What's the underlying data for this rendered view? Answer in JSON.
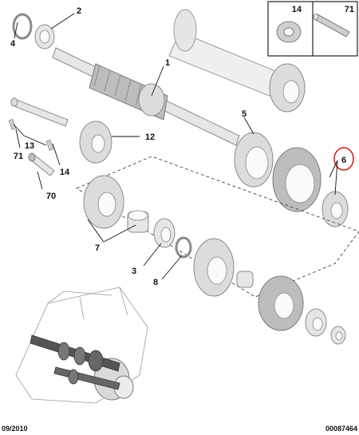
{
  "labels": {
    "p1": "1",
    "p2": "2",
    "p3": "3",
    "p4": "4",
    "p5": "5",
    "p6": "6",
    "p7": "7",
    "p8": "8",
    "p12": "12",
    "p13": "13",
    "p14": "14",
    "p70": "70",
    "p71": "71"
  },
  "inset": {
    "left_label": "14",
    "right_label": "71"
  },
  "footer": {
    "date": "09/2010",
    "ref": "00087464"
  },
  "colors": {
    "highlight": "#d0201a",
    "part_fill": "#dcdcdc",
    "part_stroke": "#8a8a8a"
  }
}
